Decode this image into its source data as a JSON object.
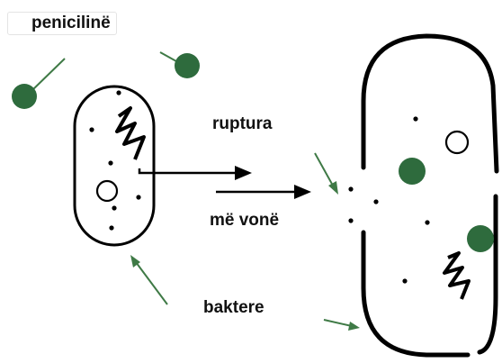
{
  "labels": {
    "penicillin": "penicilinë",
    "rupture": "ruptura",
    "later": "më vonë",
    "bacterium": "baktere"
  },
  "colors": {
    "penicillin_fill": "#2e6b3d",
    "pointer_arrow": "#3f7a46",
    "outline": "#000000",
    "background": "#ffffff"
  },
  "icons": {
    "penicillin": "filled-green-circle",
    "ribosome": "black-dot",
    "plasmid": "hollow-circle",
    "dna": "zigzag-line"
  }
}
